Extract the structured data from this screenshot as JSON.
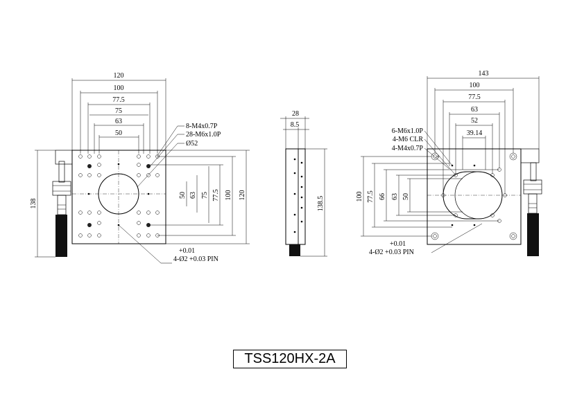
{
  "model": "TSS120HX-2A",
  "front_view": {
    "top_dims": [
      "120",
      "100",
      "77.5",
      "75",
      "63",
      "50"
    ],
    "right_dims": [
      "50",
      "63",
      "75",
      "77.5",
      "100",
      "120"
    ],
    "left_dim": "138",
    "callouts": [
      "8-M4x0.7P",
      "28-M6x1.0P",
      "Ø52"
    ],
    "pin_tol": "+0.01",
    "pin_note": "4-Ø2 +0.03 PIN"
  },
  "side_view": {
    "top_dims": [
      "28",
      "8.5"
    ],
    "right_dim": "138.5"
  },
  "bottom_view": {
    "top_dims": [
      "143",
      "100",
      "77.5",
      "63",
      "52",
      "39.14"
    ],
    "left_dims": [
      "100",
      "77.5",
      "66",
      "63",
      "50"
    ],
    "callouts": [
      "6-M6x1.0P",
      "4-M6 CLR",
      "4-M4x0.7P"
    ],
    "pin_tol": "+0.01",
    "pin_note": "4-Ø2 +0.03 PIN"
  }
}
